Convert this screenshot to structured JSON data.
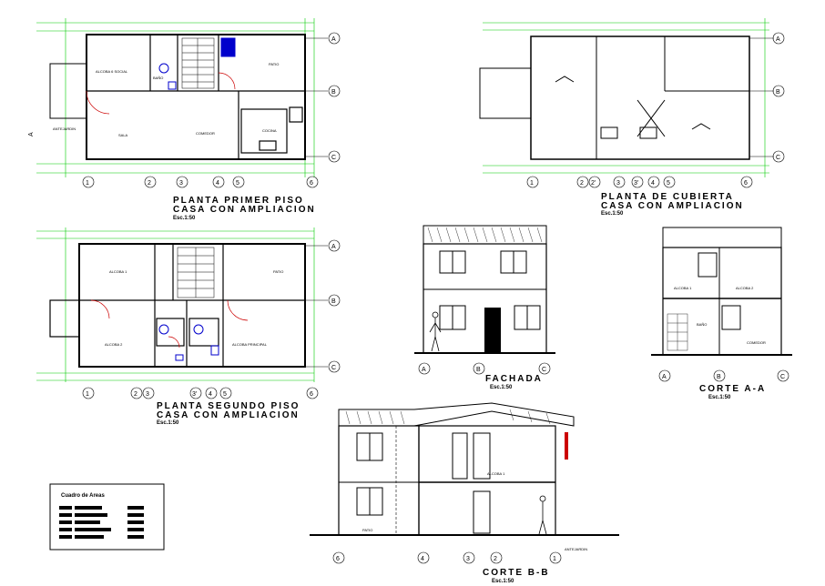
{
  "drawings": {
    "plan1": {
      "title": "PLANTA PRIMER PISO",
      "subtitle": "CASA CON AMPLIACION",
      "scale": "Esc.1:50",
      "section_marker": "A",
      "rooms": [
        "ALCOBA 6 SOCIAL",
        "BAÑO",
        "PATIO",
        "ANTEJARDIN",
        "SALA",
        "COMEDOR",
        "COCINA"
      ],
      "grid_cols": [
        "1",
        "2",
        "3",
        "4",
        "5",
        "6"
      ],
      "grid_rows": [
        "A",
        "B",
        "C"
      ]
    },
    "roof": {
      "title": "PLANTA DE CUBIERTA",
      "subtitle": "CASA CON AMPLIACION",
      "scale": "Esc.1:50",
      "grid_cols": [
        "1",
        "2",
        "2'",
        "3",
        "3'",
        "4",
        "5",
        "6"
      ],
      "grid_rows": [
        "A",
        "B",
        "C"
      ]
    },
    "plan2": {
      "title": "PLANTA SEGUNDO PISO",
      "subtitle": "CASA CON AMPLIACION",
      "scale": "Esc.1:50",
      "rooms": [
        "ALCOBA 1",
        "PATIO",
        "ALCOBA 2",
        "ALCOBA PRINCIPAL"
      ],
      "grid_cols": [
        "1",
        "2",
        "3",
        "3'",
        "4",
        "5",
        "6"
      ],
      "grid_rows": [
        "A",
        "B",
        "C"
      ]
    },
    "facade": {
      "title": "FACHADA",
      "scale": "Esc.1:50",
      "grid": [
        "A",
        "B",
        "C"
      ]
    },
    "section_aa": {
      "title": "CORTE A-A",
      "scale": "Esc.1:50",
      "rooms": [
        "ALCOBA 1",
        "ALCOBA 2",
        "BAÑO",
        "COMEDOR"
      ],
      "grid": [
        "A",
        "B",
        "C"
      ]
    },
    "section_bb": {
      "title": "CORTE B-B",
      "scale": "Esc.1:50",
      "rooms": [
        "ALCOBA 1",
        "PATIO",
        "ANTEJARDIN"
      ],
      "grid": [
        "6",
        "4",
        "3",
        "2",
        "1"
      ]
    }
  },
  "areas_table": {
    "title": "Cuadro de Areas"
  },
  "colors": {
    "linework": "#000000",
    "dimension": "#00cc00",
    "fixture": "#0000cc",
    "door_swing": "#cc0000"
  }
}
